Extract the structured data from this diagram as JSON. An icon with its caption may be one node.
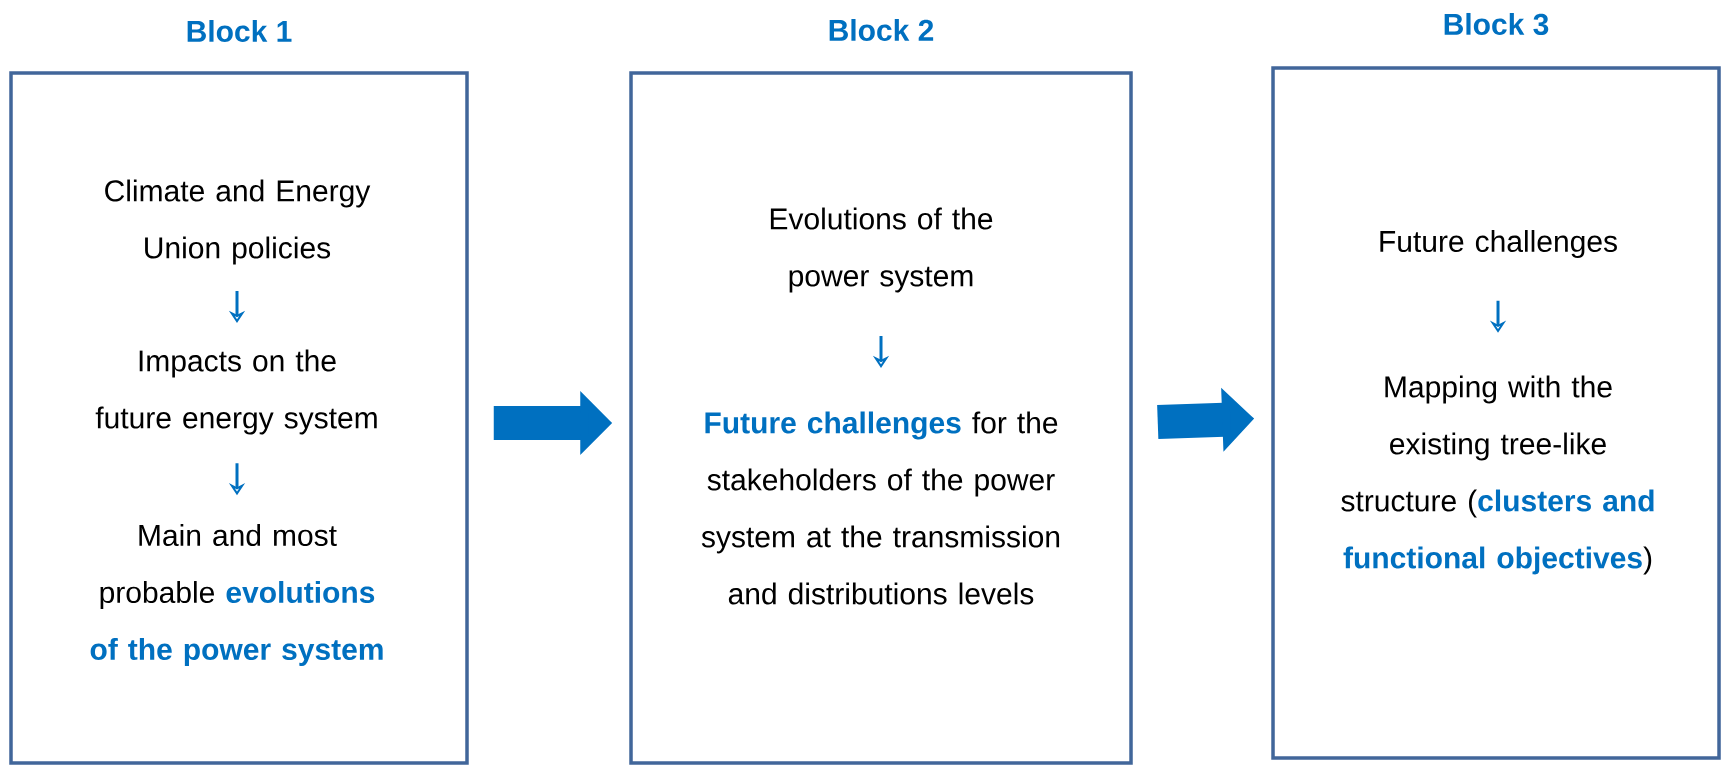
{
  "diagram": {
    "nodes": [
      {
        "text": [
          "Block 1"
        ]
      },
      {
        "text": [
          "Climate and Energy Union policies"
        ],
        "in": 0
      },
      {
        "text": [
          "Impacts on the future energy system"
        ],
        "in": 0
      },
      {
        "text": [
          "Main and most probable **evolutions of the power system**"
        ],
        "in": 0
      },
      {
        "text": [
          "Block 2"
        ]
      },
      {
        "text": [
          "Evolutions of the power system"
        ],
        "in": 4
      },
      {
        "text": [
          "**Future challenges** for the stakeholders of the power system at the transmission and distributions levels"
        ],
        "in": 4
      },
      {
        "text": [
          "Block 3"
        ]
      },
      {
        "text": [
          "Future challenges"
        ],
        "in": 7
      },
      {
        "text": [
          "Mapping with the existing tree-like structure (**clusters and functional objectives**)"
        ],
        "in": 7
      }
    ],
    "edges": [
      {
        "from": 1,
        "to": 2,
        "arrow": "to"
      },
      {
        "from": 2,
        "to": 3,
        "arrow": "to"
      },
      {
        "from": 0,
        "to": 4,
        "arrow": "to",
        "style": "thick"
      },
      {
        "from": 5,
        "to": 6,
        "arrow": "to"
      },
      {
        "from": 4,
        "to": 7,
        "arrow": "to",
        "style": "thick"
      },
      {
        "from": 8,
        "to": 9,
        "arrow": "to"
      }
    ]
  }
}
